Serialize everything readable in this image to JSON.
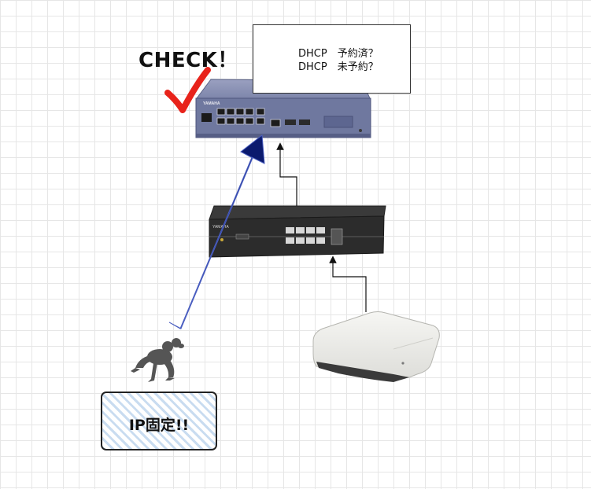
{
  "labels": {
    "check": "CHECK！",
    "dhcp_reserved": "DHCP　予約済？",
    "dhcp_unreserved": "DHCP　未予約？",
    "ip_fixed": "IP固定!!"
  },
  "icons": {
    "router": "router-icon",
    "switch": "switch-icon",
    "access_point": "wireless-access-point-icon",
    "frog": "frog-icon",
    "checkmark": "checkmark-icon",
    "play": "play-triangle-icon"
  },
  "colors": {
    "checkmark": "#e8231b",
    "arrow_fill": "#0b1a6e",
    "router_body": "#7a82a8",
    "switch_body": "#2a2a2a",
    "ap_body": "#ebebe7",
    "frog": "#555555",
    "hatch": "#c9dcf0"
  }
}
